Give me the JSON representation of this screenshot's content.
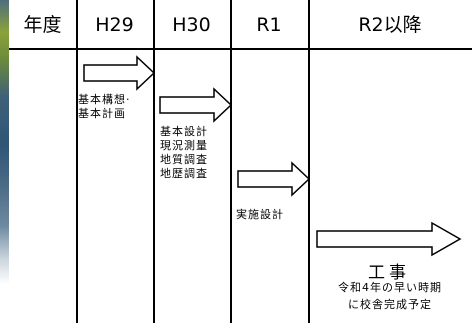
{
  "table": {
    "headers": [
      "年度",
      "H29",
      "H30",
      "R1",
      "R2以降"
    ]
  },
  "phases": {
    "basic_concept": "基本構想·\n基本計画",
    "basic_design": "基本設計\n現況測量\n地質調査\n地歴調査",
    "detailed_design": "実施設計",
    "construction": "工事"
  },
  "note": "令和4年の早い時期\nに校舎完成予定"
}
